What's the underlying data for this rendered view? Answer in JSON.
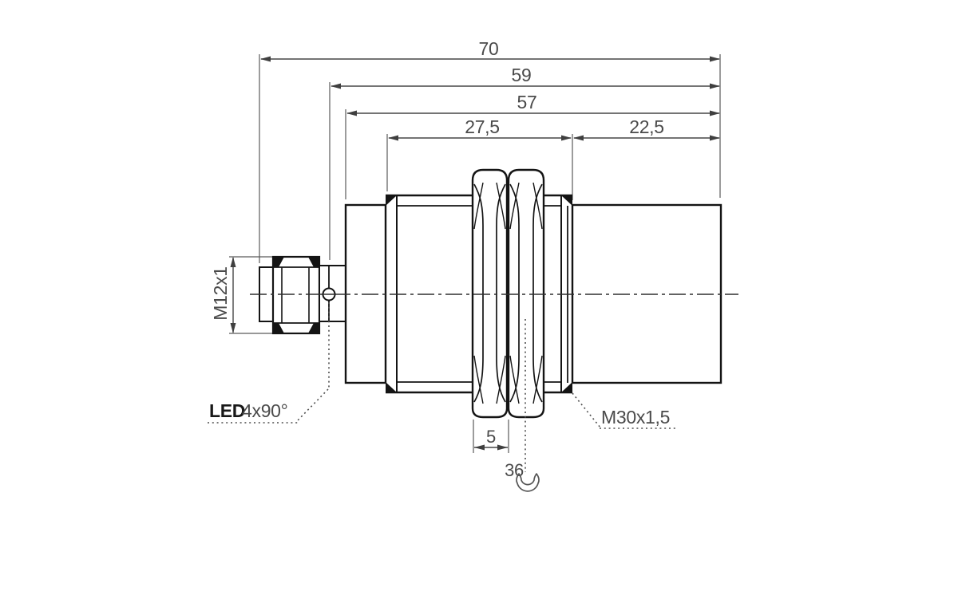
{
  "drawing": {
    "dimensions": {
      "overall_length": "70",
      "length_to_ring": "59",
      "body_length": "57",
      "rear_section": "27,5",
      "front_section": "22,5",
      "nut_thickness": "5",
      "wrench_size": "36",
      "connector_thread": "M12x1",
      "mounting_thread": "M30x1,5"
    },
    "labels": {
      "led": "LED",
      "led_info": "4x90°"
    },
    "colors": {
      "outline": "#141414",
      "dimension": "#474747",
      "background": "#ffffff"
    }
  }
}
